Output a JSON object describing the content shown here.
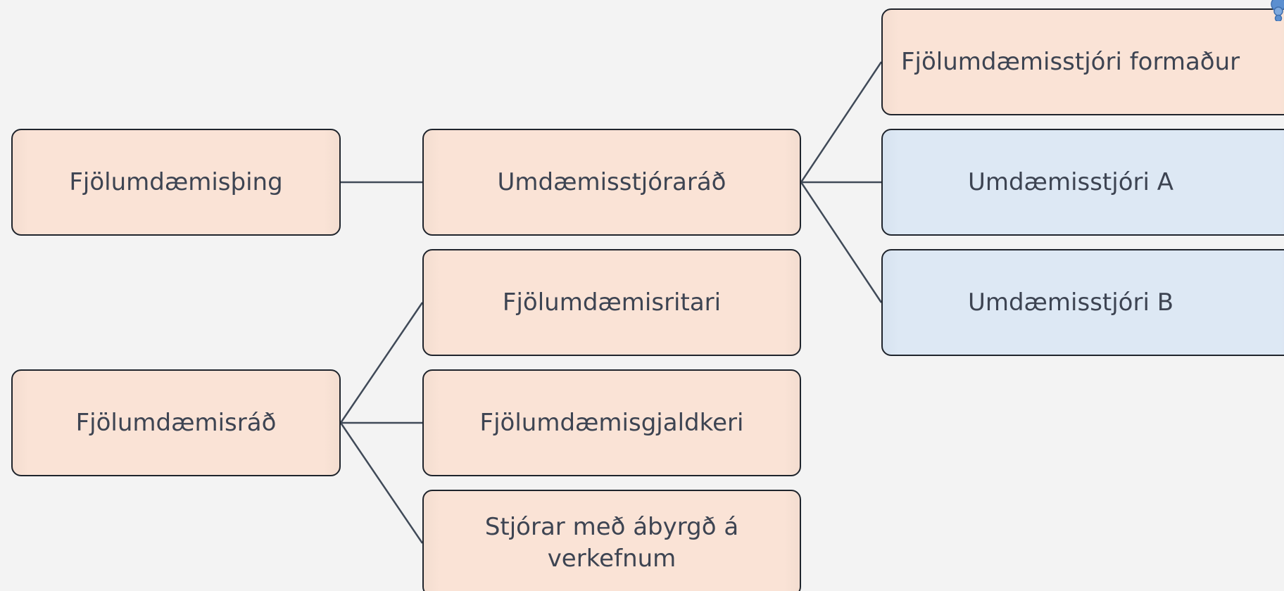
{
  "diagram": {
    "nodes": {
      "fjolumdaemisthing": "Fjölumdæmisþing",
      "umdaemisstjorarad": "Umdæmisstjóraráð",
      "formadur": "Fjölumdæmisstjóri formaður",
      "stjori_a": "Umdæmisstjóri A",
      "stjori_b": "Umdæmisstjóri B",
      "ritari": "Fjölumdæmisritari",
      "rad": "Fjölumdæmisráð",
      "gjaldkeri": "Fjölumdæmisgjaldkeri",
      "stjorar_line1": "Stjórar með ábyrgð á",
      "stjorar_line2": "verkefnum"
    },
    "connections": [
      [
        "fjolumdaemisthing",
        "umdaemisstjorarad"
      ],
      [
        "umdaemisstjorarad",
        "formadur"
      ],
      [
        "umdaemisstjorarad",
        "stjori_a"
      ],
      [
        "umdaemisstjorarad",
        "stjori_b"
      ],
      [
        "rad",
        "ritari"
      ],
      [
        "rad",
        "gjaldkeri"
      ],
      [
        "rad",
        "stjorar"
      ]
    ],
    "colors": {
      "peach": "#fae3d6",
      "blue": "#dde8f4",
      "border": "#1f242c",
      "connector": "#404a58",
      "text": "#3d4452",
      "icon": "#5b8fd0"
    },
    "icons": {
      "corner": "user-icon"
    }
  }
}
